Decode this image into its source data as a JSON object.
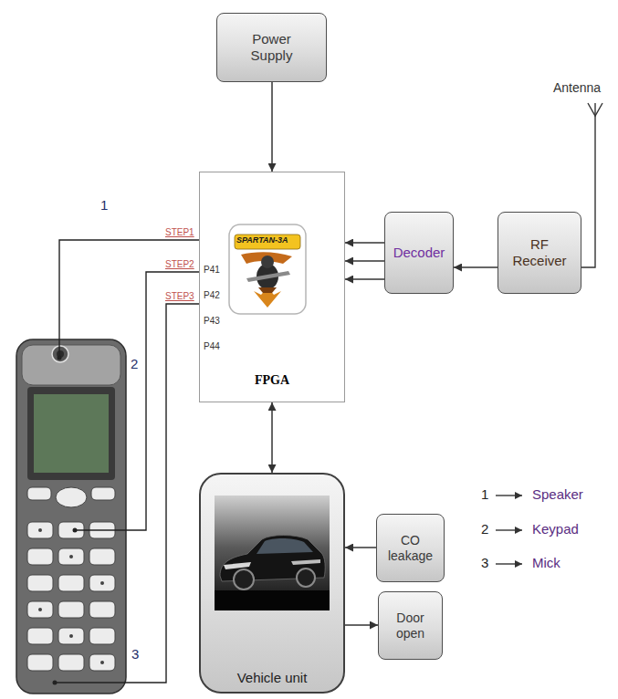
{
  "diagram": {
    "nodes": [
      {
        "text": [
          "Power Supply"
        ]
      },
      {
        "text": [
          "FPGA"
        ]
      },
      {
        "text": [
          "Decoder"
        ]
      },
      {
        "text": [
          "RF Receiver"
        ]
      },
      {
        "text": [
          "Vehicle unit"
        ]
      },
      {
        "text": [
          "CO leakage"
        ]
      },
      {
        "text": [
          "Door open"
        ]
      }
    ],
    "edges": [
      {
        "from": 0,
        "to": 1,
        "arrow": "to"
      },
      {
        "from": 3,
        "to": 2,
        "arrow": "to"
      },
      {
        "from": 2,
        "to": 1,
        "arrow": "to"
      },
      {
        "from": 2,
        "to": 1,
        "arrow": "to"
      },
      {
        "from": 2,
        "to": 1,
        "arrow": "to"
      },
      {
        "from": 1,
        "to": 4,
        "arrow": "both"
      },
      {
        "from": 5,
        "to": 4,
        "arrow": "to"
      },
      {
        "from": 4,
        "to": 6,
        "arrow": "to"
      }
    ],
    "labels": [
      "Antenna",
      "1",
      "STEP1",
      "STEP2",
      "STEP3",
      "P41",
      "P42",
      "P43",
      "P44",
      "SPARTAN-3A",
      "2",
      "3",
      "1",
      "Speaker",
      "2",
      "Keypad",
      "3",
      "Mick"
    ]
  }
}
